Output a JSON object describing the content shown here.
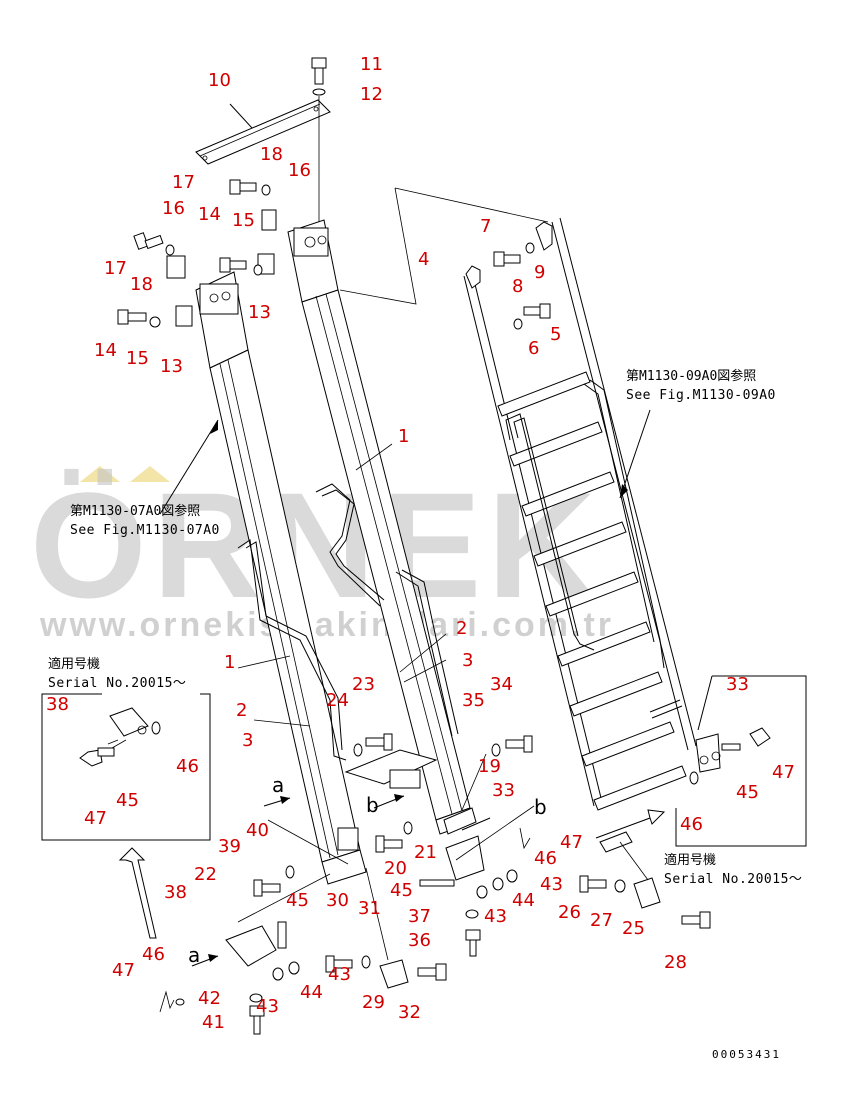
{
  "watermark": {
    "brand": "ÖRNEK",
    "url": "www.ornekismakinalari.com.tr",
    "color": "#c4c4c4",
    "accent": "#f3e4a8"
  },
  "references": {
    "left": {
      "jp": "第M1130-07A0図参照",
      "en": "See Fig.M1130-07A0"
    },
    "right": {
      "jp": "第M1130-09A0図参照",
      "en": "See Fig.M1130-09A0"
    }
  },
  "serial_boxes": {
    "left": {
      "jp": "適用号機",
      "en": "Serial No.20015～"
    },
    "right": {
      "jp": "適用号機",
      "en": "Serial No.20015～"
    }
  },
  "view_letters": {
    "a1": "a",
    "a2": "a",
    "b1": "b",
    "b2": "b"
  },
  "drawing_code": "00053431",
  "callout_color": "#d00000",
  "callouts": [
    {
      "id": "c11",
      "text": "11"
    },
    {
      "id": "c12",
      "text": "12"
    },
    {
      "id": "c10",
      "text": "10"
    },
    {
      "id": "c18a",
      "text": "18"
    },
    {
      "id": "c16a",
      "text": "16"
    },
    {
      "id": "c17a",
      "text": "17"
    },
    {
      "id": "c16b",
      "text": "16"
    },
    {
      "id": "c14a",
      "text": "14"
    },
    {
      "id": "c15a",
      "text": "15"
    },
    {
      "id": "c17b",
      "text": "17"
    },
    {
      "id": "c18b",
      "text": "18"
    },
    {
      "id": "c13a",
      "text": "13"
    },
    {
      "id": "c14b",
      "text": "14"
    },
    {
      "id": "c15b",
      "text": "15"
    },
    {
      "id": "c13b",
      "text": "13"
    },
    {
      "id": "c7",
      "text": "7"
    },
    {
      "id": "c4",
      "text": "4"
    },
    {
      "id": "c9",
      "text": "9"
    },
    {
      "id": "c8",
      "text": "8"
    },
    {
      "id": "c5",
      "text": "5"
    },
    {
      "id": "c6",
      "text": "6"
    },
    {
      "id": "c1a",
      "text": "1"
    },
    {
      "id": "c1b",
      "text": "1"
    },
    {
      "id": "c2a",
      "text": "2"
    },
    {
      "id": "c3a",
      "text": "3"
    },
    {
      "id": "c2b",
      "text": "2"
    },
    {
      "id": "c3b",
      "text": "3"
    },
    {
      "id": "c23",
      "text": "23"
    },
    {
      "id": "c24",
      "text": "24"
    },
    {
      "id": "c34",
      "text": "34"
    },
    {
      "id": "c35",
      "text": "35"
    },
    {
      "id": "c19",
      "text": "19"
    },
    {
      "id": "c33a",
      "text": "33"
    },
    {
      "id": "c33b",
      "text": "33"
    },
    {
      "id": "c47a",
      "text": "47"
    },
    {
      "id": "c45a",
      "text": "45"
    },
    {
      "id": "c46a",
      "text": "46"
    },
    {
      "id": "c38a",
      "text": "38"
    },
    {
      "id": "c46b",
      "text": "46"
    },
    {
      "id": "c45b",
      "text": "45"
    },
    {
      "id": "c47b",
      "text": "47"
    },
    {
      "id": "c40",
      "text": "40"
    },
    {
      "id": "c39",
      "text": "39"
    },
    {
      "id": "c20",
      "text": "20"
    },
    {
      "id": "c21",
      "text": "21"
    },
    {
      "id": "c47c",
      "text": "47"
    },
    {
      "id": "c46c",
      "text": "46"
    },
    {
      "id": "c43a",
      "text": "43"
    },
    {
      "id": "c45c",
      "text": "45"
    },
    {
      "id": "c44a",
      "text": "44"
    },
    {
      "id": "c43b",
      "text": "43"
    },
    {
      "id": "c37",
      "text": "37"
    },
    {
      "id": "c36",
      "text": "36"
    },
    {
      "id": "c22",
      "text": "22"
    },
    {
      "id": "c38b",
      "text": "38"
    },
    {
      "id": "c45d",
      "text": "45"
    },
    {
      "id": "c30",
      "text": "30"
    },
    {
      "id": "c31",
      "text": "31"
    },
    {
      "id": "c26",
      "text": "26"
    },
    {
      "id": "c27",
      "text": "27"
    },
    {
      "id": "c25",
      "text": "25"
    },
    {
      "id": "c28",
      "text": "28"
    },
    {
      "id": "c46d",
      "text": "46"
    },
    {
      "id": "c47d",
      "text": "47"
    },
    {
      "id": "c42",
      "text": "42"
    },
    {
      "id": "c43c",
      "text": "43"
    },
    {
      "id": "c44b",
      "text": "44"
    },
    {
      "id": "c43d",
      "text": "43"
    },
    {
      "id": "c29",
      "text": "29"
    },
    {
      "id": "c32",
      "text": "32"
    },
    {
      "id": "c41",
      "text": "41"
    }
  ]
}
